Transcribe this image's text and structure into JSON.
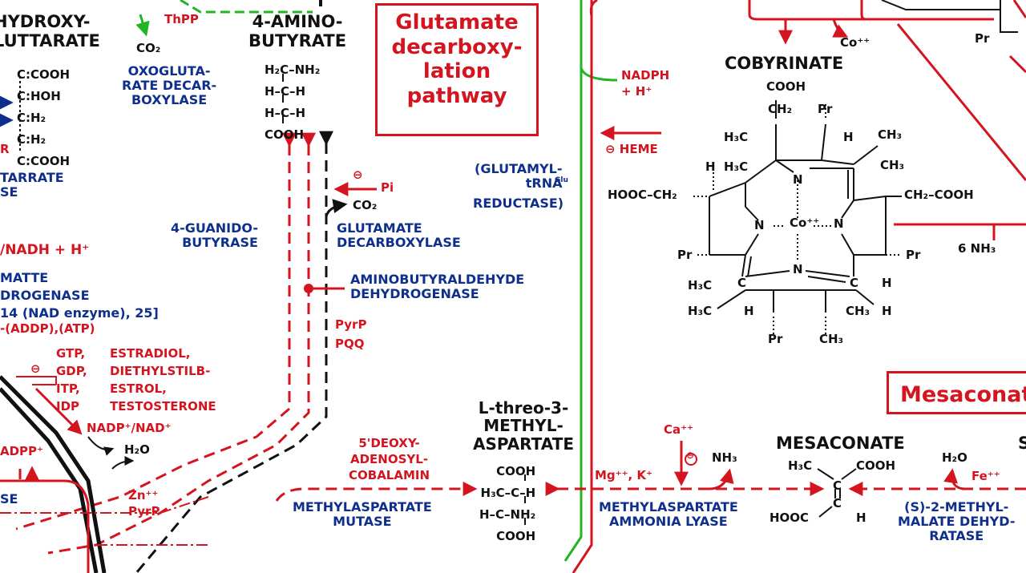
{
  "colors": {
    "compound": "#111111",
    "cofactor": "#d4141e",
    "enzyme": "#0f2f8c",
    "green": "#23b423",
    "box": "#d4141e"
  },
  "boxes": {
    "gdp": "Glutamate\ndecarboxy-\nlation\npathway",
    "mesa": "Mesaconat"
  },
  "compounds": {
    "hydroxy": "HYDROXY-\nLUTTARATE",
    "amino": "4-AMINO-\nBUTYRATE",
    "cobyrinate": "COBYRINATE",
    "methyl": "L-threo-3-\nMETHYL-\nASPARTATE",
    "mesaconate": "MESACONATE"
  },
  "formulas": {
    "hydroxy": "C:COOH\nC:HOH\nC:H₂\nC:H₂\nC:COOH",
    "amino": "H₂C–NH₂\nH–C–H\nH–C–H\nCOOH",
    "methyl": "COOH\nH₃C–C–H\nH–C–NH₂\nCOOH",
    "mesa_ch3": "H₃C",
    "mesa_cooh": "COOH",
    "mesa_hooc": "HOOC",
    "mesa_c1": "C",
    "mesa_c2": "C",
    "mesa_h": "H"
  },
  "cobyrinate_atoms": {
    "cooh": "COOH",
    "ch2": "CH₂",
    "pr_top": "Pr",
    "h3c_a": "H₃C",
    "h_a": "H",
    "ch3_a": "CH₃",
    "h_b": "H",
    "h3c_b": "H₃C",
    "n_top": "N",
    "ch3_b": "CH₃",
    "hooc": "HOOC–CH₂",
    "n_left": "N",
    "co": "Co⁺⁺",
    "n_right": "N",
    "ch2cooh": "CH₂–COOH",
    "pr_left": "Pr",
    "pr_right": "Pr",
    "h3c_c": "H₃C",
    "c_l": "C",
    "n_bot": "N",
    "c_r": "C",
    "h_c": "H",
    "h3c_d": "H₃C",
    "h_d": "H",
    "ch3_c": "CH₃",
    "h_e": "H",
    "pr_bot": "Pr",
    "ch3_d": "CH₃",
    "top_pr": "Pr",
    "top_co": "Co⁺⁺"
  },
  "cofactors": {
    "thpp": "ThPP",
    "co2_a": "CO₂",
    "co2_b": "CO₂",
    "nadh": "/NADH + H⁺",
    "adp_atp": "-(ADDP),(ATP)",
    "gtp": "GTP,\nGDP,\nITP,\nIDP",
    "estradiol": "ESTRADIOL,\nDIETHYLSTILB-\nESTROL,\nTESTOSTERONE",
    "nadp_nad": "NADP⁺/NAD⁺",
    "h2o_a": "H₂O",
    "adpp": "ADPP⁺",
    "zn": "Zn⁺⁺\nPyrP",
    "pi": "Pi",
    "pyrp_pqq": "PyrP\nPQQ",
    "nadph": "NADPH\n+ H⁺",
    "heme": "⊖ HEME",
    "deoxy": "5'DEOXY-\nADENOSYL-\nCOBALAMIN",
    "mg_k": "Mg⁺⁺, K⁺",
    "ca": "Ca⁺⁺",
    "nh3": "NH₃",
    "h2o_b": "H₂O",
    "fe": "Fe⁺⁺",
    "nh3_6": "6 NH₃",
    "left_r": "R",
    "inh": "⊖"
  },
  "enzymes": {
    "oxo": "OXOGLUTA-\nRATE DECAR-\nBOXYLASE",
    "tarrate": "TARRATE\nSE",
    "guan": "4-GUANIDO-\nBUTYRASE",
    "gludec": "GLUTAMATE\nDECARBOXYLASE",
    "abald": "AMINOBUTYRALDEHYDE\nDEHYDROGENASE",
    "trna_a": "(GLUTAMYL-\ntRNA",
    "trna_sup": "Glu",
    "trna_b": "REDUCTASE)",
    "matte": "MATTE\nDROGENASE\n14 (NAD enzyme), 25]",
    "se": "SE",
    "mutase": "METHYLASPARTATE\nMUTASE",
    "lyase": "METHYLASPARTATE\nAMMONIA LYASE",
    "malate": "(S)-2-METHYL-\nMALATE DEHYD-\nRATASE"
  },
  "edge_s": "S"
}
